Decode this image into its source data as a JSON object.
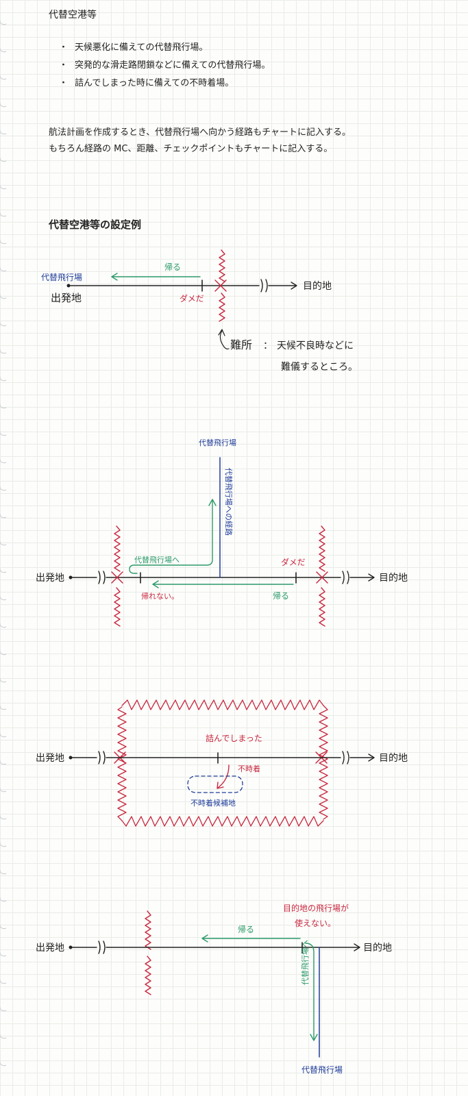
{
  "heading": "代替空港等",
  "bullets": [
    "天候悪化に備えての代替飛行場。",
    "突発的な滑走路閉鎖などに備えての代替飛行場。",
    "詰んでしまった時に備えての不時着場。"
  ],
  "paragraph": [
    "航法計画を作成するとき、代替飛行場へ向かう経路もチャートに記入する。",
    "もちろん経路の MC、距離、チェックポイントもチャートに記入する。"
  ],
  "section_title": "代替空港等の設定例",
  "colors": {
    "ink": "#222222",
    "blue": "#1f3d9a",
    "green": "#2c9a6a",
    "red": "#c8283f",
    "grid": "#e9ece8"
  },
  "diagram1": {
    "alternate": "代替飛行場",
    "departure": "出発地",
    "return": "帰る",
    "no_go": "ダメだ",
    "destination": "目的地",
    "note_term": "難所",
    "note_colon": "：",
    "note_line1": "天候不良時などに",
    "note_line2": "難儀するところ。"
  },
  "diagram2": {
    "alternate": "代替飛行場",
    "route_label": "代替飛行場への経路",
    "departure": "出発地",
    "to_alternate": "代替飛行場へ",
    "cannot_return": "帰れない。",
    "no_go": "ダメだ",
    "return": "帰る",
    "destination": "目的地"
  },
  "diagram3": {
    "departure": "出発地",
    "stuck": "詰んでしまった",
    "forced_landing": "不時着",
    "landing_site": "不時着候補地",
    "destination": "目的地"
  },
  "diagram4": {
    "departure": "出発地",
    "note_line1": "目的地の飛行場が",
    "note_line2": "使えない。",
    "return": "帰る",
    "destination": "目的地",
    "to_alternate": "代替飛行場へ",
    "alternate": "代替飛行場"
  }
}
